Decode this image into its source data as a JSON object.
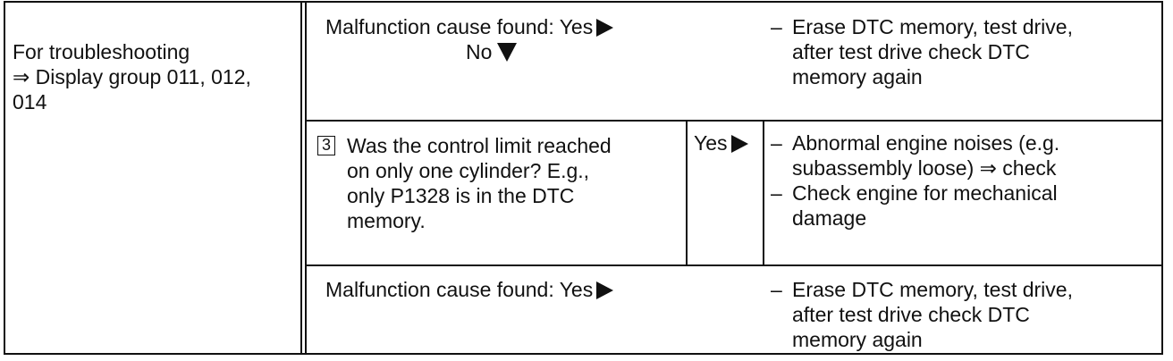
{
  "left_cell": {
    "line1": "For troubleshooting",
    "line2": "⇒ Display group 011, 012,",
    "line3": "014"
  },
  "row1": {
    "cause_label": "Malfunction cause found: Yes",
    "no_label": "No",
    "action_lines": [
      "Erase DTC memory, test drive,",
      "after test drive check DTC",
      "memory again"
    ]
  },
  "row2": {
    "step_number": "3",
    "question_lines": [
      "Was the control limit reached",
      "on only one cylinder? E.g.,",
      "only P1328 is in the DTC",
      "memory."
    ],
    "yes_label": "Yes",
    "action1_lines": [
      "Abnormal engine noises (e.g.",
      "subassembly loose) ⇒ check"
    ],
    "action2_lines": [
      "Check engine for mechanical",
      "damage"
    ]
  },
  "row3": {
    "cause_label": "Malfunction cause found: Yes",
    "action_lines": [
      "Erase DTC memory, test drive,",
      "after test drive check DTC",
      "memory again"
    ]
  },
  "icons": {
    "yes_arrow": "triangle-right-icon",
    "no_arrow": "triangle-down-icon"
  }
}
